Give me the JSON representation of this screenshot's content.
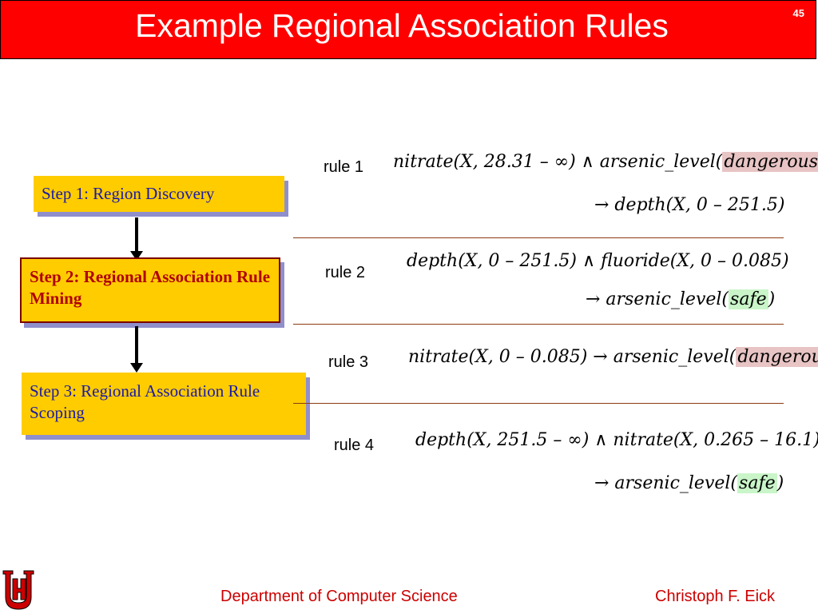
{
  "slide": {
    "title": "Example Regional Association Rules",
    "page_number": "45"
  },
  "steps": {
    "step1": "Step 1: Region Discovery",
    "step2": "Step 2: Regional Association Rule Mining",
    "step3": "Step 3: Regional Association Rule Scoping"
  },
  "rules": [
    {
      "label": "rule 1",
      "line1_prefix": "nitrate(X, 28.31 – ∞) ∧ arsenic_level(",
      "line1_highlight": "dangerous",
      "line1_suffix": ")",
      "line2": "→ depth(X, 0 – 251.5)"
    },
    {
      "label": "rule 2",
      "line1": "depth(X, 0 – 251.5) ∧ fluoride(X, 0 – 0.085)",
      "line2_prefix": "→ arsenic_level(",
      "line2_highlight": "safe",
      "line2_suffix": ")"
    },
    {
      "label": "rule 3",
      "line1_prefix": "nitrate(X, 0 – 0.085) → arsenic_level(",
      "line1_highlight": "dangerous",
      "line1_suffix": ")"
    },
    {
      "label": "rule 4",
      "line1": "depth(X, 251.5 – ∞) ∧ nitrate(X, 0.265 – 16.1)",
      "line2_prefix": "→ arsenic_level(",
      "line2_highlight": "safe",
      "line2_suffix": ")"
    }
  ],
  "footer": {
    "department": "Department of Computer Science",
    "author": "Christoph F. Eick"
  },
  "colors": {
    "title_bar": "#ff0000",
    "step_box": "#ffcc00",
    "footer_text": "#cc0000",
    "dangerous_highlight": "#e8c4c4",
    "safe_highlight": "#c9f5c9"
  },
  "icons": {
    "logo": "uh-logo-icon"
  }
}
